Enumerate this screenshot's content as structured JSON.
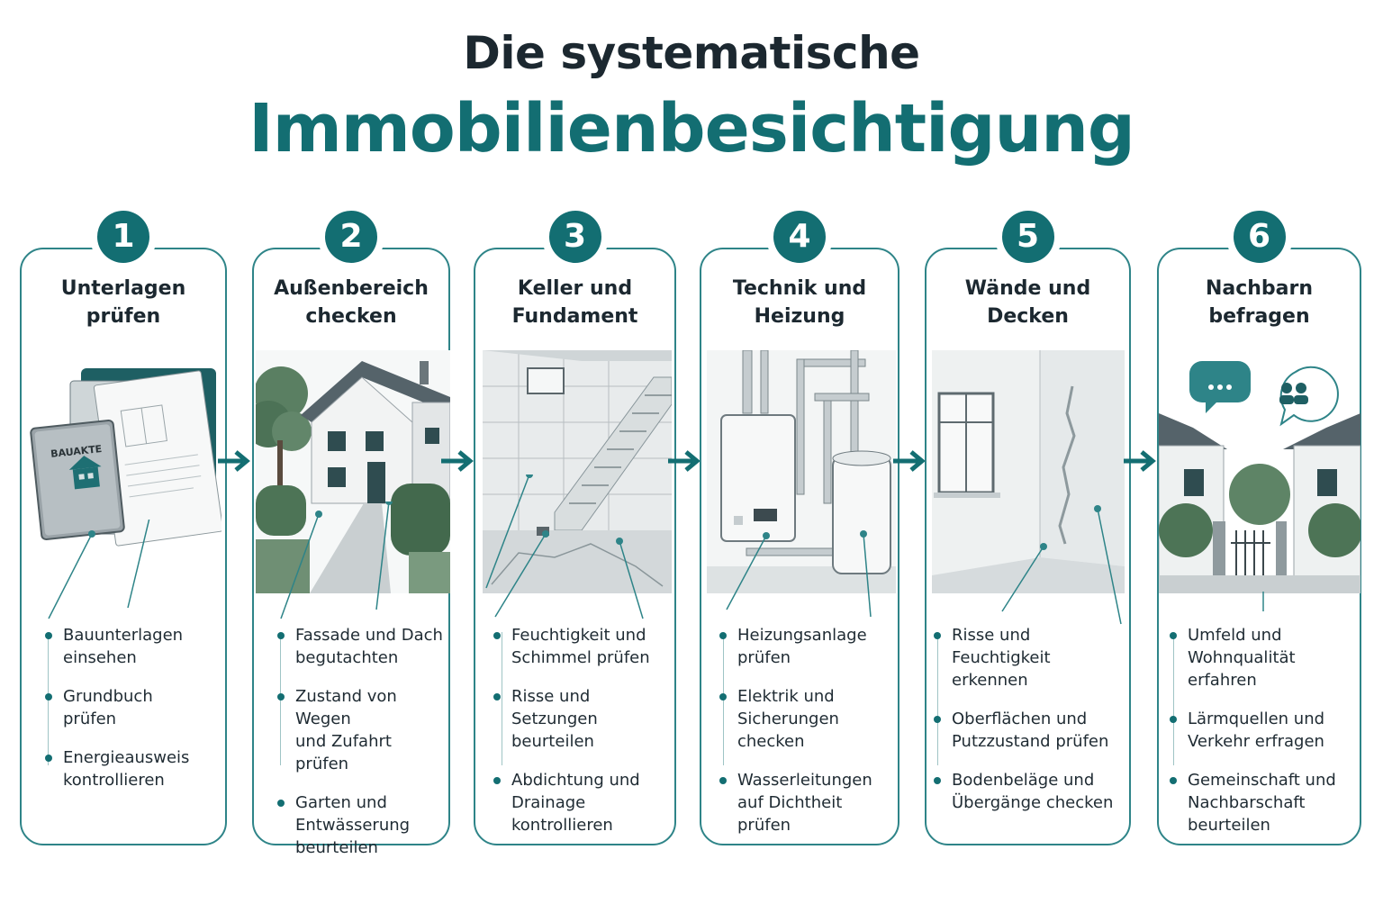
{
  "title": {
    "line1": "Die systematische",
    "line2": "Immobilienbesichtigung"
  },
  "colors": {
    "accent": "#136e72",
    "card_border": "#2e8488",
    "heading": "#1c2830"
  },
  "steps": [
    {
      "number": "1",
      "title": "Unterlagen\nprüfen",
      "illustration": "document-folders-icon",
      "book_label": "BAUAKTE",
      "items": [
        "Bauunterlagen\neinsehen",
        "Grundbuch\nprüfen",
        "Energieausweis\nkontrollieren"
      ]
    },
    {
      "number": "2",
      "title": "Außenbereich\nchecken",
      "illustration": "house-exterior-icon",
      "items": [
        "Fassade und Dach\nbegutachten",
        "Zustand von Wegen\nund Zufahrt prüfen",
        "Garten und\nEntwässerung\nbeurteilen"
      ]
    },
    {
      "number": "3",
      "title": "Keller und\nFundament",
      "illustration": "basement-stairs-icon",
      "items": [
        "Feuchtigkeit und\nSchimmel prüfen",
        "Risse und Setzungen\nbeurteilen",
        "Abdichtung und\nDrainage kontrollieren"
      ]
    },
    {
      "number": "4",
      "title": "Technik und\nHeizung",
      "illustration": "boiler-heating-icon",
      "items": [
        "Heizungsanlage\nprüfen",
        "Elektrik und\nSicherungen checken",
        "Wasserleitungen\nauf Dichtheit prüfen"
      ]
    },
    {
      "number": "5",
      "title": "Wände und\nDecken",
      "illustration": "room-wall-crack-icon",
      "items": [
        "Risse und Feuchtigkeit\nerkennen",
        "Oberflächen und\nPutzzustand prüfen",
        "Bodenbeläge und\nÜbergänge checken"
      ]
    },
    {
      "number": "6",
      "title": "Nachbarn\nbefragen",
      "illustration": "neighbors-chat-icon",
      "items": [
        "Umfeld und\nWohnqualität erfahren",
        "Lärmquellen und\nVerkehr erfragen",
        "Gemeinschaft und\nNachbarschaft\nbeurteilen"
      ]
    }
  ]
}
